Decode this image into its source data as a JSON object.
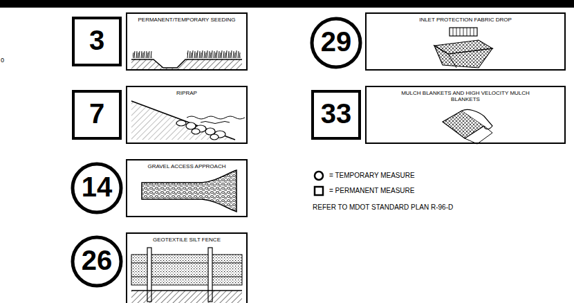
{
  "diagram": {
    "nodes": [
      {
        "text": [
          "3"
        ]
      },
      {
        "text": [
          "PERMANENT/TEMPORARY SEEDING"
        ]
      },
      {
        "text": [
          "29"
        ]
      },
      {
        "text": [
          "INLET PROTECTION FABRIC DROP"
        ]
      },
      {
        "text": [
          "7"
        ]
      },
      {
        "text": [
          "RIPRAP"
        ]
      },
      {
        "text": [
          "33"
        ]
      },
      {
        "text": [
          "MULCH BLANKETS AND HIGH VELOCITY MULCH BLANKETS"
        ]
      },
      {
        "text": [
          "14"
        ]
      },
      {
        "text": [
          "GRAVEL ACCESS APPROACH"
        ]
      },
      {
        "text": [
          "26"
        ]
      },
      {
        "text": [
          "GEOTEXTILE SILT FENCE"
        ]
      }
    ],
    "labels": [
      "0",
      "REFER TO MDOT STANDARD PLAN R-96-D"
    ],
    "legend": [
      {
        "text": "= TEMPORARY MEASURE"
      },
      {
        "text": "= PERMANENT MEASURE"
      }
    ]
  }
}
